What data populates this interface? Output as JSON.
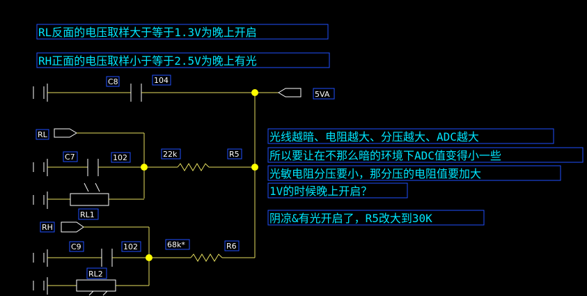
{
  "notes": [
    "RL反面的电压取样大于等于1.3V为晚上开启",
    "RH正面的电压取样小于等于2.5V为晚上有光",
    "光线越暗、电阻越大、分压越大、ADC越大",
    "所以要让在不那么暗的环境下ADC值变得小一些",
    "光敏电阻分压要小，那分压的电阻值要加大",
    "1V的时候晚上开启？",
    "阴凉&有光开启了，R5改大到30K"
  ],
  "components": {
    "c8": {
      "ref": "C8",
      "value": "104"
    },
    "c7": {
      "ref": "C7",
      "value": "102"
    },
    "c9": {
      "ref": "C9",
      "value": "102"
    },
    "r5": {
      "ref": "R5",
      "value": "22k"
    },
    "r6": {
      "ref": "R6",
      "value": "68k*"
    },
    "rl1": {
      "ref": "RL1"
    },
    "rl2": {
      "ref": "RL2"
    }
  },
  "ports": {
    "vcc": "5VA",
    "rl": "RL",
    "rh": "RH"
  },
  "colors": {
    "background": "#000000",
    "wire": "#e8e060",
    "junction": "#ffff00",
    "label_border": "#2050ff",
    "note_text": "#00e5ff"
  }
}
